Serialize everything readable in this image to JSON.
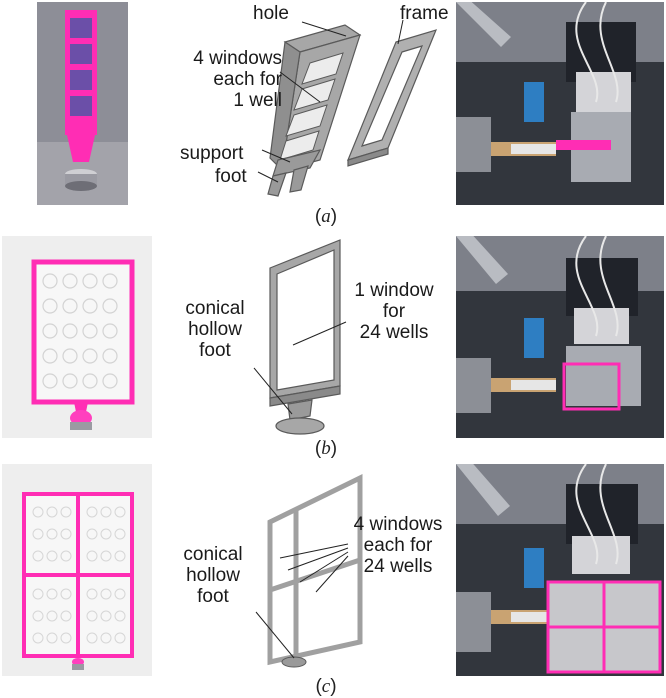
{
  "figure": {
    "panels": [
      {
        "caption_letter": "a",
        "labels": {
          "hole": "hole",
          "frame": "frame",
          "windows": [
            "4 windows",
            "each for",
            "1 well"
          ],
          "support": "support",
          "foot": "foot"
        }
      },
      {
        "caption_letter": "b",
        "labels": {
          "window": [
            "1 window",
            "for",
            "24 wells"
          ],
          "foot": [
            "conical",
            "hollow",
            "foot"
          ]
        }
      },
      {
        "caption_letter": "c",
        "labels": {
          "windows": [
            "4 windows",
            "each for",
            "24 wells"
          ],
          "foot": [
            "conical",
            "hollow",
            "foot"
          ]
        }
      }
    ]
  },
  "colors": {
    "magenta": "#ff2db4",
    "cad_gray": "#9a9a9a",
    "cad_edge": "#5a5a5a",
    "photo_dark": "#2b2f35",
    "photo_bg": "#e8e8e8"
  }
}
